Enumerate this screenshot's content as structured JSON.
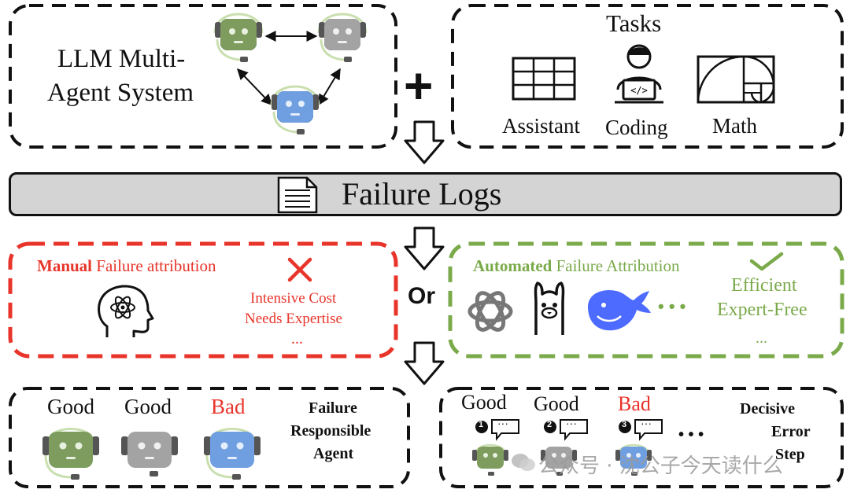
{
  "top": {
    "system_label_line1": "LLM Multi-",
    "system_label_line2": "Agent System",
    "plus": "+",
    "tasks_title": "Tasks",
    "tasks": [
      "Assistant",
      "Coding",
      "Math"
    ]
  },
  "logs_bar": {
    "label": "Failure Logs"
  },
  "manual": {
    "title_bold": "Manual",
    "title_rest": " Failure attribution",
    "issue1": "Intensive Cost",
    "issue2": "Needs Expertise",
    "more": "...",
    "color": "#e8342a"
  },
  "or_label": "Or",
  "automated": {
    "title_bold": "Automated",
    "title_rest": " Failure Attribution",
    "benefit1": "Efficient",
    "benefit2": "Expert-Free",
    "more": "...",
    "models_more": "• • •",
    "color": "#7aaa4a"
  },
  "bottom_left": {
    "labels": [
      "Good",
      "Good",
      "Bad"
    ],
    "caption_line1": "Failure",
    "caption_line2": "Responsible",
    "caption_line3": "Agent"
  },
  "bottom_right": {
    "labels": [
      "Good",
      "Good",
      "Bad"
    ],
    "steps": [
      "1",
      "2",
      "3"
    ],
    "bubble_text": "···",
    "dots": "• • •",
    "caption_line1": "Decisive",
    "caption_line2": "Error",
    "caption_line3": "Step"
  },
  "watermark": "公众号 · 沈公子今天读什么",
  "colors": {
    "bad": "#e8342a",
    "robot_green": "#7d9c5e",
    "robot_gray": "#a3a3a3",
    "robot_blue": "#6f9fe0",
    "bar_gray": "#d4d4d4"
  }
}
